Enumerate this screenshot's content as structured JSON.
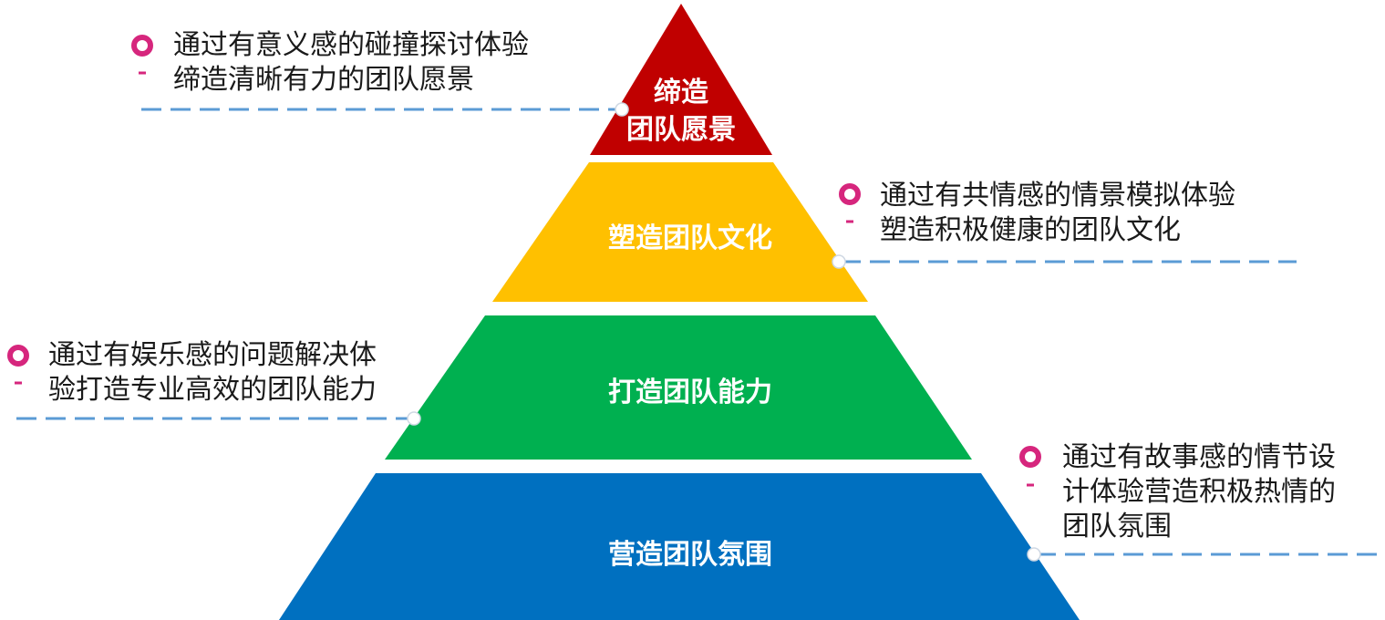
{
  "pyramid": {
    "levels": [
      {
        "label_lines": [
          "缔造",
          "团队愿景"
        ],
        "color": "#c00000"
      },
      {
        "label_lines": [
          "塑造团队文化"
        ],
        "color": "#ffc000"
      },
      {
        "label_lines": [
          "打造团队能力"
        ],
        "color": "#00b050"
      },
      {
        "label_lines": [
          "营造团队氛围"
        ],
        "color": "#0070c0"
      }
    ]
  },
  "callouts": [
    {
      "lines": [
        "通过有意义感的碰撞探讨体验",
        "缔造清晰有力的团队愿景"
      ]
    },
    {
      "lines": [
        "通过有共情感的情景模拟体验",
        "塑造积极健康的团队文化"
      ]
    },
    {
      "lines": [
        "通过有娱乐感的问题解决体",
        "验打造专业高效的团队能力"
      ]
    },
    {
      "lines": [
        "通过有故事感的情节设",
        "计体验营造积极热情的",
        "团队氛围"
      ]
    }
  ],
  "colors": {
    "bullet": "#d6267d",
    "leader_line": "#5b9bd5",
    "text": "#1a1a1a"
  },
  "icons": {
    "bullet": "ring-bullet-icon"
  }
}
